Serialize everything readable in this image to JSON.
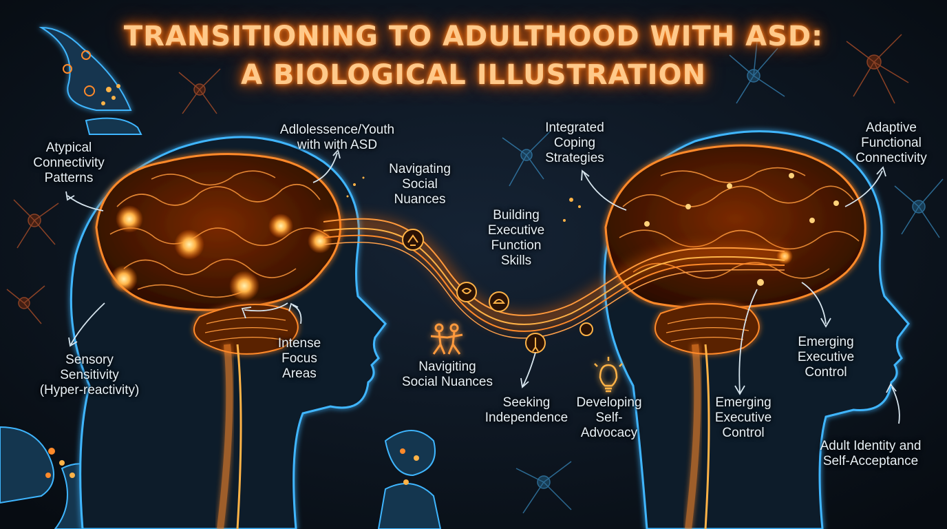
{
  "title": {
    "line1": "TRANSITIONING TO ADULTHOOD WITH ASD:",
    "line2": "A BIOLOGICAL ILLUSTRATION"
  },
  "labels": {
    "atypical_connectivity": [
      "Atypical",
      "Connectivity",
      "Patterns"
    ],
    "adolescence": [
      "Adlolessence/Youth",
      "with with ASD"
    ],
    "navigating_top": [
      "Navigating",
      "Social",
      "Nuances"
    ],
    "building_executive": [
      "Building",
      "Executive",
      "Function",
      "Skills"
    ],
    "integrated_coping": [
      "Integrated",
      "Coping",
      "Strategies"
    ],
    "adaptive_connectivity": [
      "Adaptive",
      "Functional",
      "Connectivity"
    ],
    "sensory_sensitivity": [
      "Sensory",
      "Sensitivity",
      "(Hyper-reactivity)"
    ],
    "intense_focus": [
      "Intense",
      "Focus",
      "Areas"
    ],
    "navigating_bottom": [
      "Navigiting",
      "Social Nuances"
    ],
    "seeking_independence": [
      "Seeking",
      "Independence"
    ],
    "self_advocacy": [
      "Developing",
      "Self-",
      "Advocacy"
    ],
    "emerging_exec_right": [
      "Emerging",
      "Executive",
      "Control"
    ],
    "emerging_exec_mid": [
      "Emerging",
      "Executive",
      "Control"
    ],
    "adult_identity": [
      "Adult Identity and",
      "Self-Acceptance"
    ]
  },
  "icons": [
    "calm-figure-icon",
    "heart-hands-icon",
    "brain-gear-icon",
    "walking-person-icon",
    "handshake-icon",
    "dancing-people-icon",
    "lightbulb-icon"
  ],
  "colors": {
    "background": "#0a1119",
    "neural_orange": "#ff8a2a",
    "neural_glow": "#ffb347",
    "head_outline_blue": "#3fb6ff",
    "label_text": "#e8f1f7"
  }
}
